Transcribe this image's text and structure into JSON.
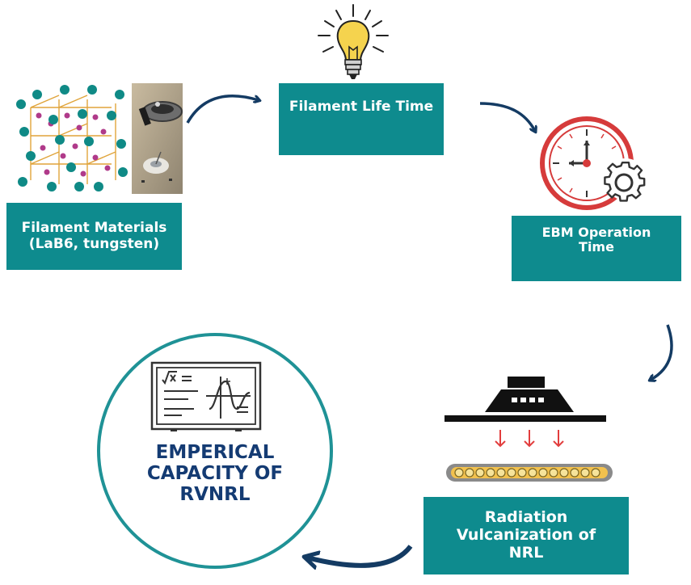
{
  "nodes": {
    "materials": "Filament  Materials\n(LaB6, tungsten)",
    "filament_life": "Filament Life Time",
    "ebm_time": "EBM Operation\nTime",
    "radiation": "Radiation\nVulcanization of\nNRL",
    "capacity": "EMPERICAL\nCAPACITY OF\nRVNRL"
  },
  "colors": {
    "box_teal": "#0e8b8e",
    "arrow_navy": "#143b63",
    "circle_teal": "#1f9296",
    "capacity_text": "#143b73",
    "clock_red": "#d63b3b",
    "bulb_yellow": "#f5d34e"
  },
  "icons": [
    "crystal-lattice-image",
    "filament-photo",
    "lightbulb-icon",
    "clock-gear-icon",
    "electron-beam-icon",
    "equation-board-icon"
  ]
}
